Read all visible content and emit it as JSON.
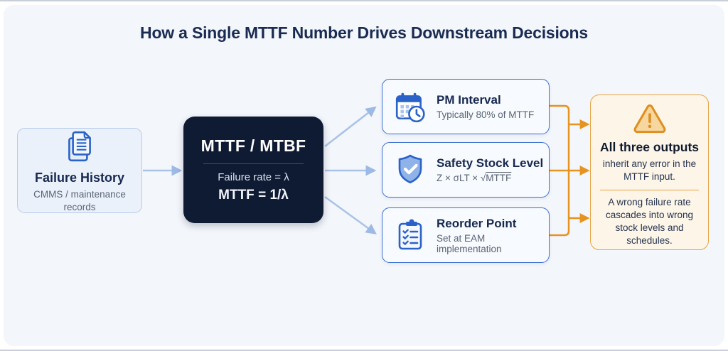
{
  "page": {
    "title": "How a Single MTTF Number Drives Downstream Decisions"
  },
  "colors": {
    "panel_bg": "#f3f6fb",
    "navy_text": "#16284e",
    "hub_bg": "#0f1b33",
    "brand_blue": "#2a62c8",
    "blue_box_border": "#3a6fd0",
    "light_blue_arrow": "#9dbae4",
    "orange_arrow": "#e6931f",
    "warning_border": "#e6a344",
    "warning_bg": "#fdf6e8"
  },
  "source": {
    "icon": "documents-icon",
    "title": "Failure History",
    "subtitle": "CMMS / maintenance records"
  },
  "hub": {
    "title": "MTTF / MTBF",
    "line1": "Failure rate = λ",
    "line2": "MTTF = 1/λ"
  },
  "outputs": [
    {
      "icon": "calendar-clock-icon",
      "title": "PM Interval",
      "subtitle": "Typically 80% of MTTF"
    },
    {
      "icon": "shield-check-icon",
      "title": "Safety Stock Level",
      "formula_prefix": "Z × σLT × √",
      "formula_radicand": "MTTF"
    },
    {
      "icon": "clipboard-check-icon",
      "title": "Reorder Point",
      "subtitle": "Set at EAM implementation"
    }
  ],
  "warning": {
    "icon": "warning-triangle-icon",
    "title": "All three outputs",
    "body1": "inherit any error in the MTTF input.",
    "body2": "A wrong failure rate cascades into wrong stock levels and schedules."
  }
}
